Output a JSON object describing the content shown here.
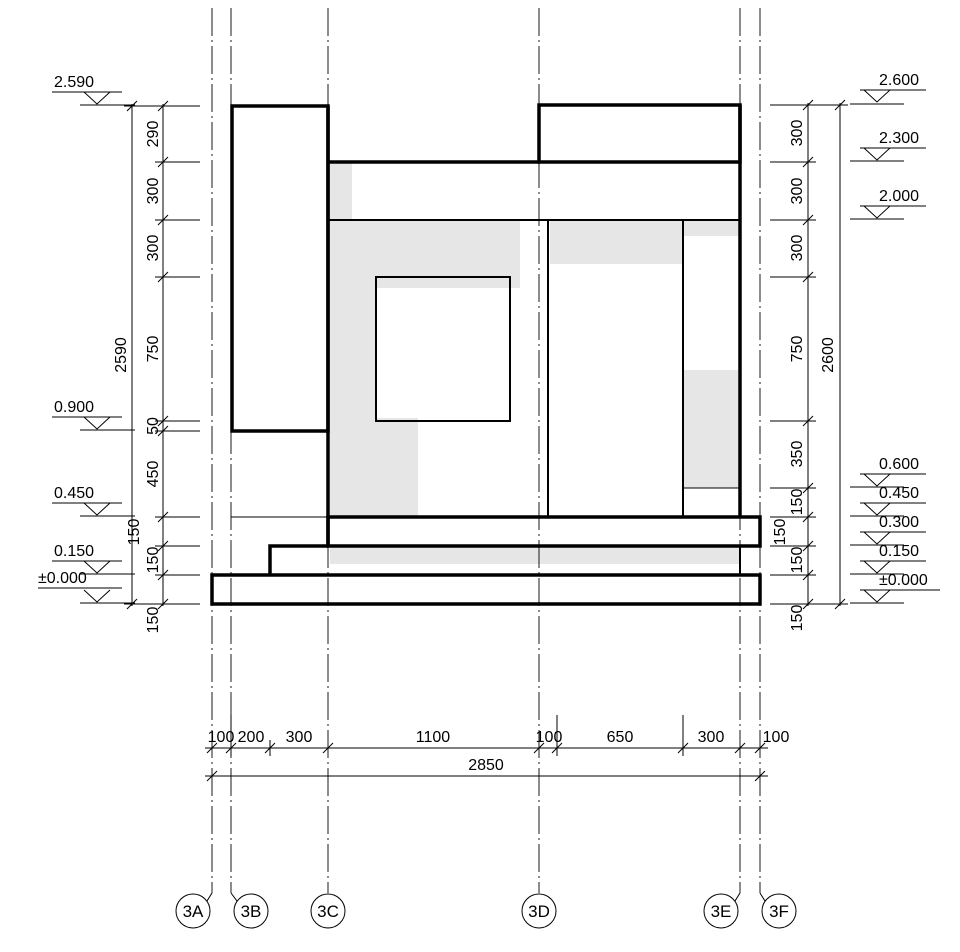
{
  "grid_axes": [
    "3A",
    "3B",
    "3C",
    "3D",
    "3E",
    "3F"
  ],
  "elevations_left": [
    "2.590",
    "0.900",
    "0.450",
    "0.150",
    "±0.000"
  ],
  "elevations_right": [
    "2.600",
    "2.300",
    "2.000",
    "0.600",
    "0.450",
    "0.300",
    "0.150",
    "±0.000"
  ],
  "dims_left": {
    "segments": [
      "290",
      "300",
      "300",
      "750",
      "50",
      "450",
      "150",
      "150",
      "150"
    ],
    "overall": "2590",
    "extra": "150"
  },
  "dims_right": {
    "segments": [
      "300",
      "300",
      "300",
      "750",
      "350",
      "150",
      "150",
      "150",
      "150"
    ],
    "overall": "2600"
  },
  "dims_bottom": {
    "segments": [
      "100",
      "200",
      "300",
      "1100",
      "100",
      "650",
      "300",
      "100"
    ],
    "overall": "2850"
  }
}
